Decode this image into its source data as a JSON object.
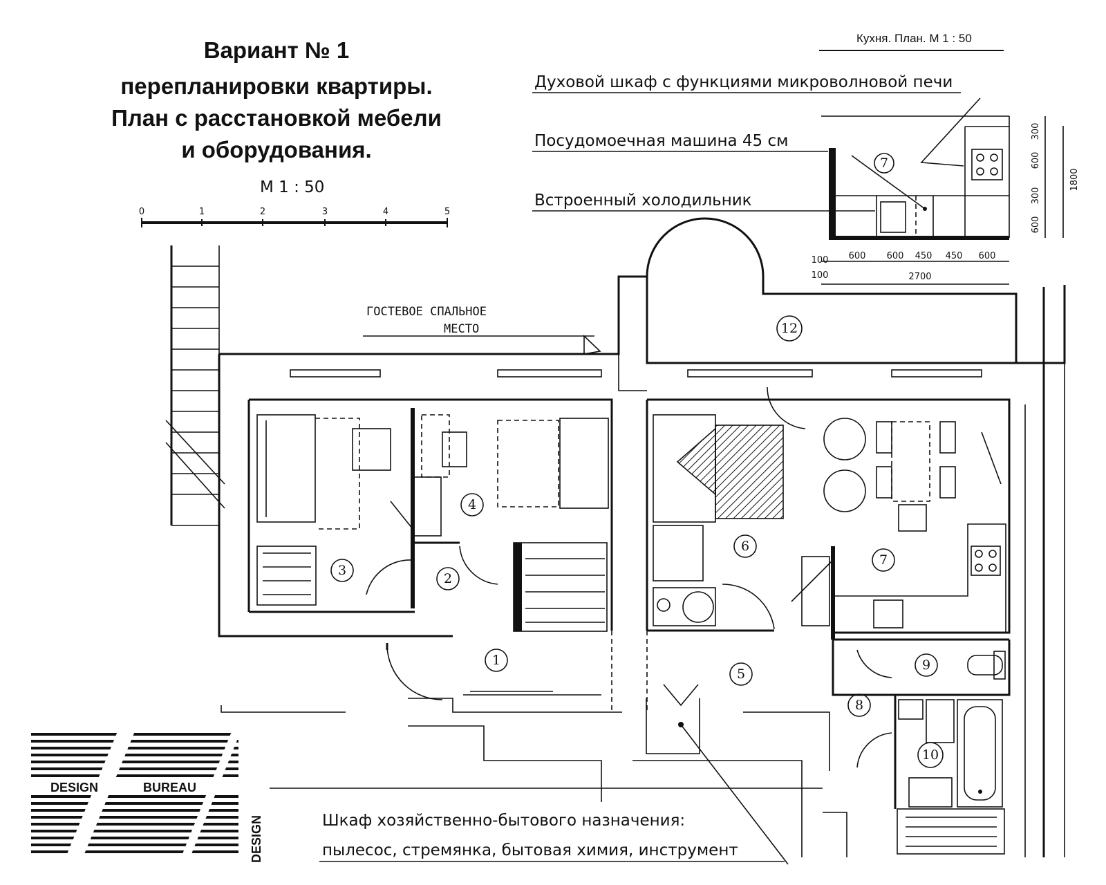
{
  "title": {
    "line1": "Вариант № 1",
    "line2": "перепланировки квартиры.",
    "line3": "План с расстановкой мебели",
    "line4": "и оборудования."
  },
  "scale": {
    "label": "М 1 : 50",
    "ticks": [
      "0",
      "1",
      "2",
      "3",
      "4",
      "5"
    ]
  },
  "kitchen_detail": {
    "header": "Кухня. План. М 1 : 50",
    "oven_label": "Духовой шкаф с функциями микроволновой печи",
    "dishwasher_label": "Посудомоечная машина 45 см",
    "fridge_label": "Встроенный холодильник",
    "room_number": "7",
    "dims_bottom": [
      "100",
      "600",
      "600",
      "450",
      "450",
      "600"
    ],
    "dim_offset": "100",
    "dim_total": "2700",
    "dims_side": [
      "600",
      "300",
      "600",
      "300"
    ],
    "dim_side_total": "1800"
  },
  "guest_label": {
    "line1": "ГОСТЕВОЕ СПАЛЬНОЕ",
    "line2": "МЕСТО"
  },
  "rooms": [
    "1",
    "2",
    "3",
    "4",
    "5",
    "6",
    "7",
    "8",
    "9",
    "10",
    "12"
  ],
  "closet_note": {
    "line1": "Шкаф хозяйственно-бытового назначения:",
    "line2": "пылесос, стремянка,  бытовая химия, инструмент"
  },
  "logo": {
    "word1": "DESIGN",
    "word2": "BUREAU",
    "vertical": "DESIGN"
  }
}
